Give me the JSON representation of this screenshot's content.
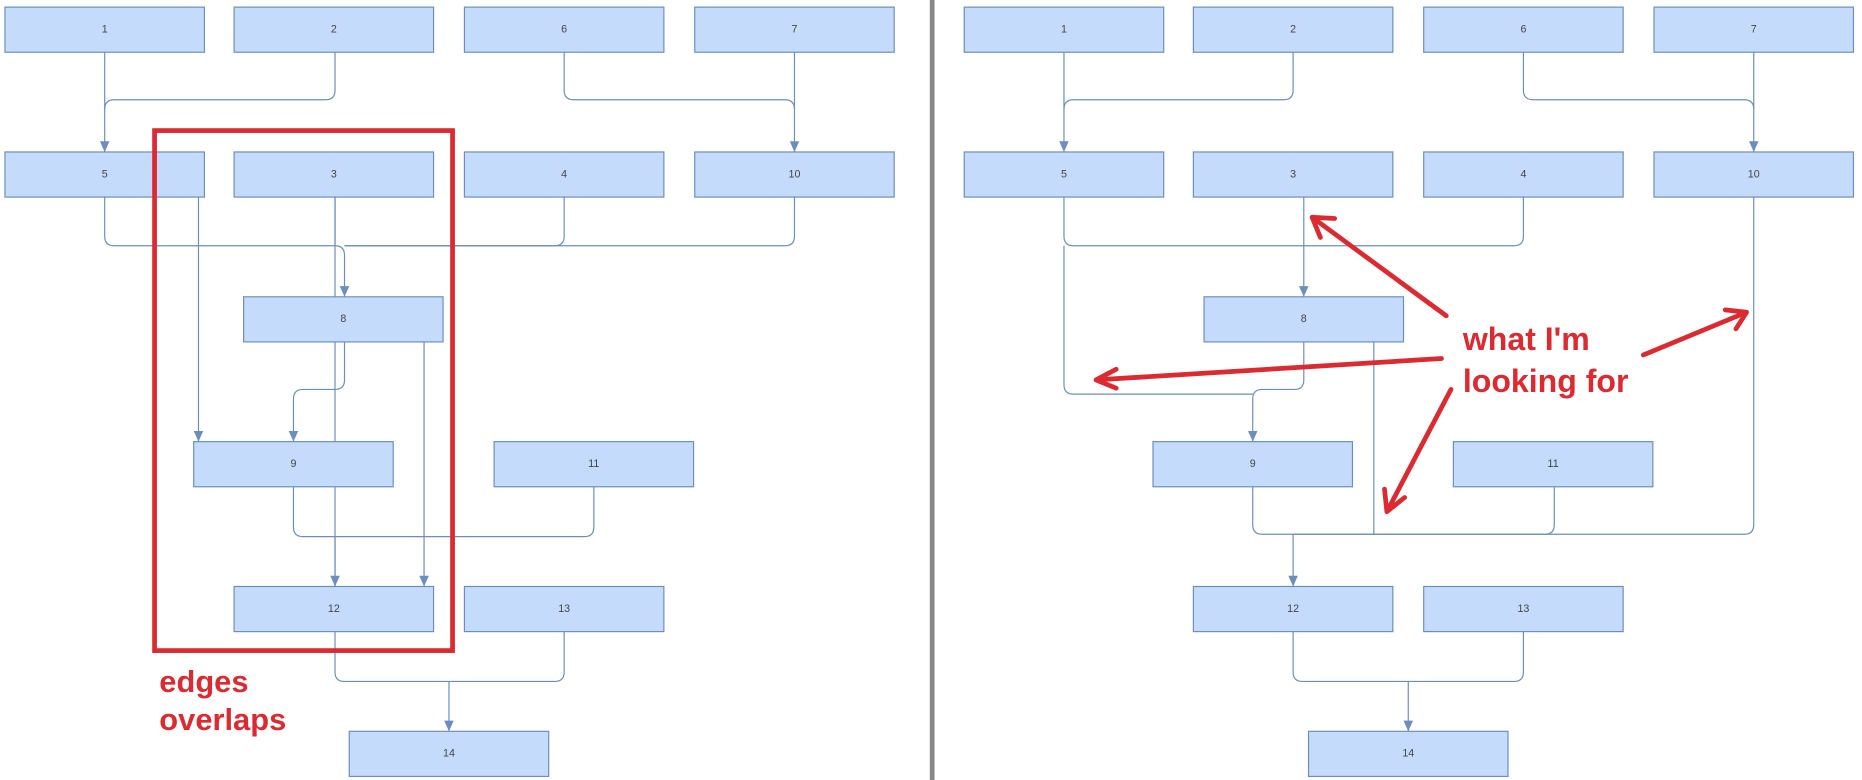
{
  "left_panel": {
    "nodes": [
      "1",
      "2",
      "6",
      "7",
      "5",
      "3",
      "4",
      "10",
      "8",
      "9",
      "11",
      "12",
      "13",
      "14"
    ],
    "annotation": [
      "edges",
      "overlaps"
    ]
  },
  "right_panel": {
    "nodes": [
      "1",
      "2",
      "6",
      "7",
      "5",
      "3",
      "4",
      "10",
      "8",
      "9",
      "11",
      "12",
      "13",
      "14"
    ],
    "annotation": [
      "what I'm",
      "looking for"
    ]
  },
  "colors": {
    "node_fill": "#c5dbfc",
    "node_stroke": "#6c8ebf",
    "annotation": "#dc2a31",
    "divider": "#888888"
  }
}
